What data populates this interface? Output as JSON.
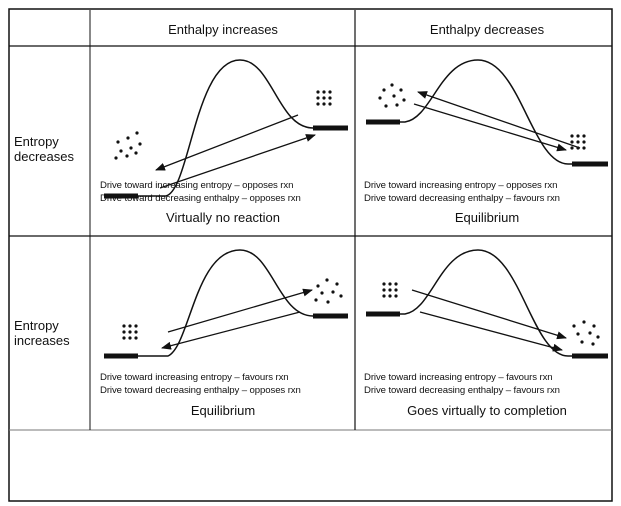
{
  "columns": [
    "Enthalpy increases",
    "Enthalpy decreases"
  ],
  "rows": [
    {
      "label_line1": "Entropy",
      "label_line2": "decreases"
    },
    {
      "label_line1": "Entropy",
      "label_line2": "increases"
    }
  ],
  "cells": [
    {
      "drive_entropy": "Drive toward increasing entropy – opposes rxn",
      "drive_enthalpy": "Drive toward decreasing enthalpy – opposes rxn",
      "outcome": "Virtually no reaction"
    },
    {
      "drive_entropy": "Drive toward increasing entropy – opposes rxn",
      "drive_enthalpy": "Drive toward decreasing enthalpy – favours rxn",
      "outcome": "Equilibrium"
    },
    {
      "drive_entropy": "Drive toward increasing entropy – favours rxn",
      "drive_enthalpy": "Drive toward decreasing enthalpy – opposes rxn",
      "outcome": "Equilibrium"
    },
    {
      "drive_entropy": "Drive toward increasing entropy – favours rxn",
      "drive_enthalpy": "Drive toward decreasing enthalpy – favours rxn",
      "outcome": "Goes virtually to completion"
    }
  ]
}
